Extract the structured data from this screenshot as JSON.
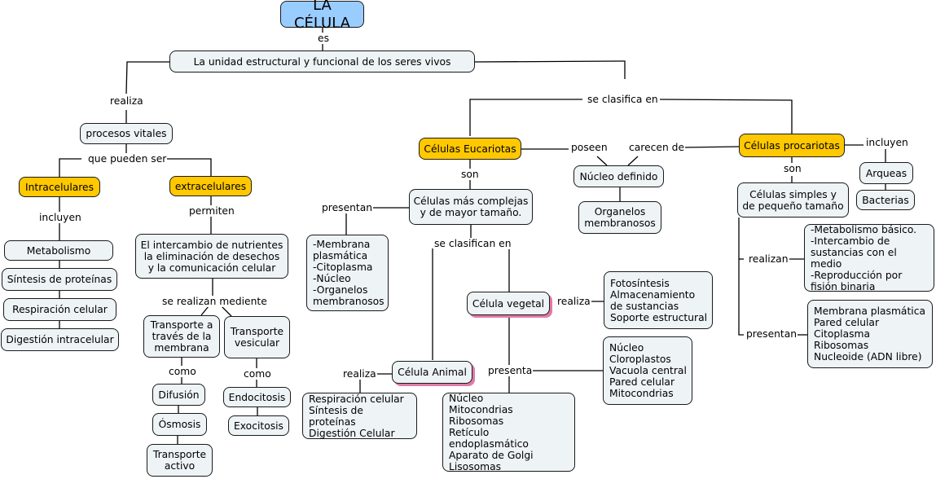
{
  "title": "LA CÉLULA",
  "nodes": {
    "root": "LA CÉLULA",
    "unidad": "La unidad estructural y funcional de los seres vivos",
    "procesos": "procesos vitales",
    "intra": "Intracelulares",
    "extra": "extracelulares",
    "metabolismo": "Metabolismo",
    "sintesis": "Síntesis de proteínas",
    "respiracion": "Respiración celular",
    "digestion": "Digestión intracelular",
    "intercambio": "El intercambio de nutrientes\nla eliminación de desechos\ny la comunicación celular",
    "transp_membrana": "Transporte a\ntravés de la\nmembrana",
    "transp_vesicular": "Transporte\nvesicular",
    "difusion": "Difusión",
    "osmosis": "Ósmosis",
    "transp_activo": "Transporte\nactivo",
    "endocitosis": "Endocitosis",
    "exocitosis": "Exocitosis",
    "eucariotas": "Células Eucariotas",
    "procariotas": "Células procariotas",
    "complejas": "Células más complejas\ny de mayor tamaño.",
    "euc_componentes": "-Membrana\nplasmática\n-Citoplasma\n-Núcleo\n-Organelos\nmembranosos",
    "nucleo_definido": "Núcleo definido",
    "organelos": "Organelos\nmembranosos",
    "simples": "Células simples y\nde pequeño tamaño",
    "arqueas": "Arqueas",
    "bacterias": "Bacterias",
    "pro_funciones": "-Metabolismo básico.\n-Intercambio de\nsustancias con el medio\n-Reproducción por\nfisión binaria",
    "pro_componentes": "Membrana plasmática\nPared celular\nCitoplasma\nRibosomas\nNucleoide (ADN libre)",
    "vegetal": "Célula vegetal",
    "animal": "Célula Animal",
    "veg_funciones": "Fotosíntesis\nAlmacenamiento\nde sustancias\nSoporte estructural",
    "veg_componentes": "Núcleo\nCloroplastos\nVacuola central\nPared celular\nMitocondrias",
    "ani_funciones": "Respiración celular\nSíntesis de proteínas\nDigestión Celular",
    "ani_componentes": "Núcleo\nMitocondrias\nRibosomas\nRetículo endoplasmático\nAparato de Golgi\nLisosomas"
  },
  "links": {
    "es": "es",
    "realiza": "realiza",
    "que_pueden_ser": "que pueden ser",
    "incluyen_intra": "incluyen",
    "permiten": "permiten",
    "se_realizan_mediante": "se realizan mediente",
    "como1": "como",
    "como2": "como",
    "se_clasifica_en": "se clasifica en",
    "son_euc": "son",
    "poseen": "poseen",
    "carecen_de": "carecen de",
    "incluyen_pro": "incluyen",
    "son_pro": "son",
    "presentan_euc": "presentan",
    "se_clasifican_en": "se clasifican en",
    "realizan_pro": "realizan",
    "presentan_pro": "presentan",
    "realiza_veg": "realiza",
    "realiza_ani": "realiza",
    "presenta": "presenta"
  },
  "colors": {
    "root": "#99ccff",
    "category": "#ffc800",
    "concept": "#eef3f5",
    "shadow": "#e07aa8"
  }
}
